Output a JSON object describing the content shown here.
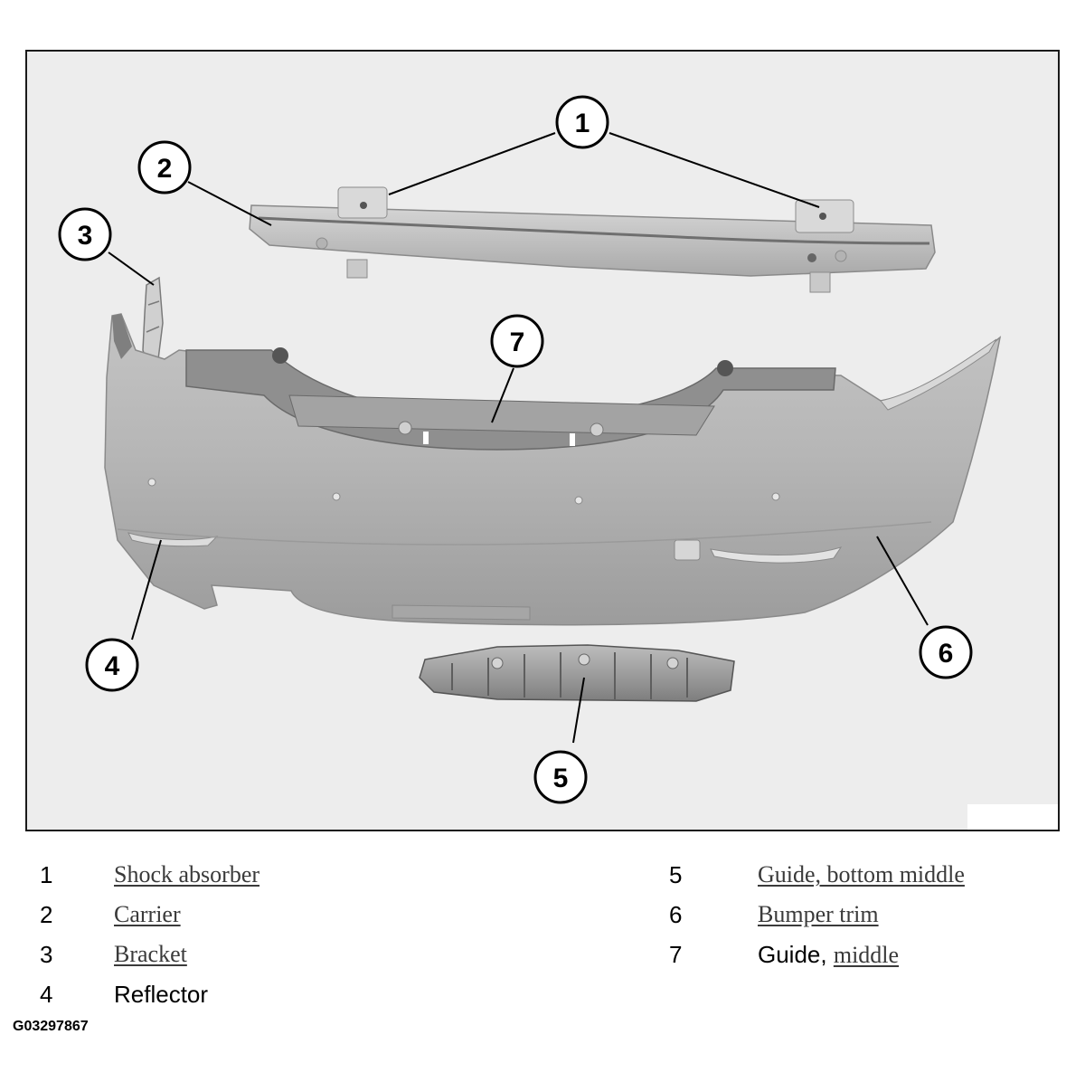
{
  "callouts": [
    "1",
    "2",
    "3",
    "4",
    "5",
    "6",
    "7"
  ],
  "legend": {
    "left": [
      {
        "num": "1",
        "label": "Shock absorber"
      },
      {
        "num": "2",
        "label": "Carrier"
      },
      {
        "num": "3",
        "label": "Bracket"
      },
      {
        "num": "4",
        "label": "Reflector"
      }
    ],
    "right": [
      {
        "num": "5",
        "label": "Guide, bottom middle"
      },
      {
        "num": "6",
        "label": "Bumper trim"
      },
      {
        "num": "7",
        "label_a": "Guide",
        "label_sep": ", ",
        "label_b": "middle"
      }
    ]
  },
  "figure_code": "G03297867"
}
